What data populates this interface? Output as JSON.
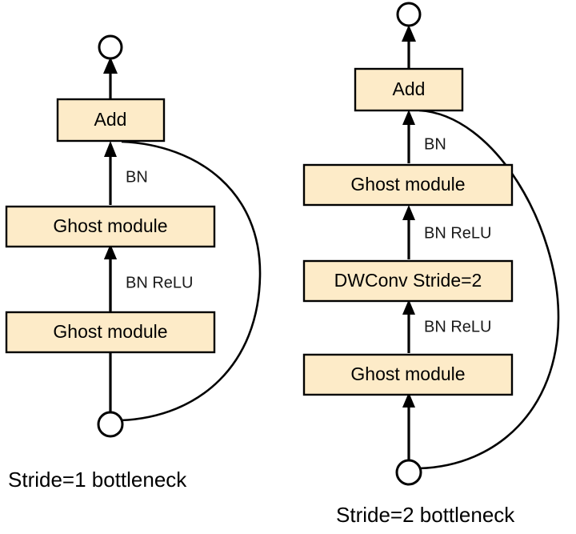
{
  "figure": {
    "background_color": "#ffffff",
    "box_fill_color": "#fdebc8",
    "box_stroke_color": "#000000",
    "line_color": "#000000"
  },
  "diagrams": [
    {
      "id": "stride1",
      "caption": "Stride=1 bottleneck",
      "input_node": "input-circle",
      "output_node": "output-circle",
      "blocks": [
        {
          "label": "Ghost module"
        },
        {
          "label": "Ghost module"
        },
        {
          "label": "Add"
        }
      ],
      "edge_labels": [
        {
          "label": "BN ReLU"
        },
        {
          "label": "BN"
        }
      ],
      "skip_connection": "identity shortcut from input to Add"
    },
    {
      "id": "stride2",
      "caption": "Stride=2 bottleneck",
      "input_node": "input-circle",
      "output_node": "output-circle",
      "blocks": [
        {
          "label": "Ghost module"
        },
        {
          "label": "DWConv Stride=2"
        },
        {
          "label": "Ghost module"
        },
        {
          "label": "Add"
        }
      ],
      "edge_labels": [
        {
          "label": "BN ReLU"
        },
        {
          "label": "BN ReLU"
        },
        {
          "label": "BN"
        }
      ],
      "skip_connection": "identity shortcut from input to Add"
    }
  ]
}
